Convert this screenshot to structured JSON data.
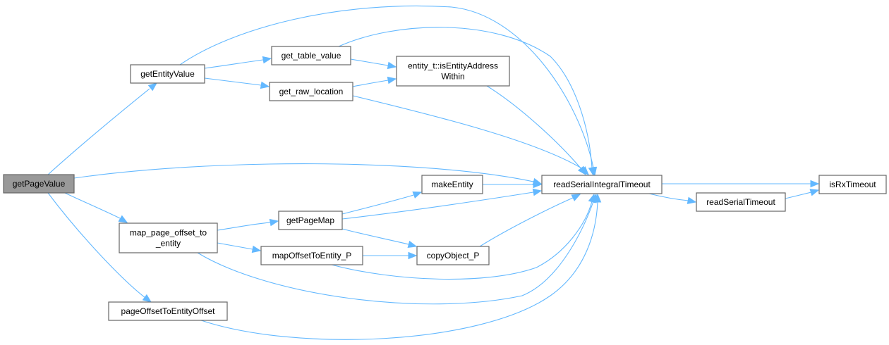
{
  "graph": {
    "type": "call-graph",
    "root": "getPageValue",
    "colors": {
      "edge": "#63b8ff",
      "node_border": "#666666",
      "root_fill": "#999999",
      "node_fill": "#ffffff"
    },
    "nodes": [
      {
        "id": "getPageValue",
        "lines": [
          "getPageValue"
        ],
        "root": true
      },
      {
        "id": "getEntityValue",
        "lines": [
          "getEntityValue"
        ]
      },
      {
        "id": "get_table_value",
        "lines": [
          "get_table_value"
        ]
      },
      {
        "id": "get_raw_location",
        "lines": [
          "get_raw_location"
        ]
      },
      {
        "id": "isEntityAddressWithin",
        "lines": [
          "entity_t::isEntityAddress",
          "Within"
        ]
      },
      {
        "id": "readSerialIntegralTimeout",
        "lines": [
          "readSerialIntegralTimeout"
        ]
      },
      {
        "id": "makeEntity",
        "lines": [
          "makeEntity"
        ]
      },
      {
        "id": "getPageMap",
        "lines": [
          "getPageMap"
        ]
      },
      {
        "id": "map_page_offset_to_entity",
        "lines": [
          "map_page_offset_to",
          "_entity"
        ]
      },
      {
        "id": "mapOffsetToEntity_P",
        "lines": [
          "mapOffsetToEntity_P"
        ]
      },
      {
        "id": "copyObject_P",
        "lines": [
          "copyObject_P"
        ]
      },
      {
        "id": "pageOffsetToEntityOffset",
        "lines": [
          "pageOffsetToEntityOffset"
        ]
      },
      {
        "id": "readSerialTimeout",
        "lines": [
          "readSerialTimeout"
        ]
      },
      {
        "id": "isRxTimeout",
        "lines": [
          "isRxTimeout"
        ]
      }
    ],
    "edges": [
      {
        "from": "getPageValue",
        "to": "getEntityValue"
      },
      {
        "from": "getPageValue",
        "to": "readSerialIntegralTimeout"
      },
      {
        "from": "getPageValue",
        "to": "map_page_offset_to_entity"
      },
      {
        "from": "getPageValue",
        "to": "pageOffsetToEntityOffset"
      },
      {
        "from": "getEntityValue",
        "to": "readSerialIntegralTimeout"
      },
      {
        "from": "getEntityValue",
        "to": "get_table_value"
      },
      {
        "from": "getEntityValue",
        "to": "get_raw_location"
      },
      {
        "from": "get_table_value",
        "to": "readSerialIntegralTimeout"
      },
      {
        "from": "get_table_value",
        "to": "isEntityAddressWithin"
      },
      {
        "from": "get_raw_location",
        "to": "isEntityAddressWithin"
      },
      {
        "from": "get_raw_location",
        "to": "readSerialIntegralTimeout"
      },
      {
        "from": "isEntityAddressWithin",
        "to": "readSerialIntegralTimeout"
      },
      {
        "from": "map_page_offset_to_entity",
        "to": "getPageMap"
      },
      {
        "from": "map_page_offset_to_entity",
        "to": "mapOffsetToEntity_P"
      },
      {
        "from": "map_page_offset_to_entity",
        "to": "readSerialIntegralTimeout"
      },
      {
        "from": "getPageMap",
        "to": "makeEntity"
      },
      {
        "from": "getPageMap",
        "to": "readSerialIntegralTimeout"
      },
      {
        "from": "getPageMap",
        "to": "copyObject_P"
      },
      {
        "from": "makeEntity",
        "to": "readSerialIntegralTimeout"
      },
      {
        "from": "mapOffsetToEntity_P",
        "to": "copyObject_P"
      },
      {
        "from": "mapOffsetToEntity_P",
        "to": "readSerialIntegralTimeout"
      },
      {
        "from": "copyObject_P",
        "to": "readSerialIntegralTimeout"
      },
      {
        "from": "pageOffsetToEntityOffset",
        "to": "readSerialIntegralTimeout"
      },
      {
        "from": "readSerialIntegralTimeout",
        "to": "isRxTimeout"
      },
      {
        "from": "readSerialIntegralTimeout",
        "to": "readSerialTimeout"
      },
      {
        "from": "readSerialTimeout",
        "to": "isRxTimeout"
      }
    ]
  }
}
